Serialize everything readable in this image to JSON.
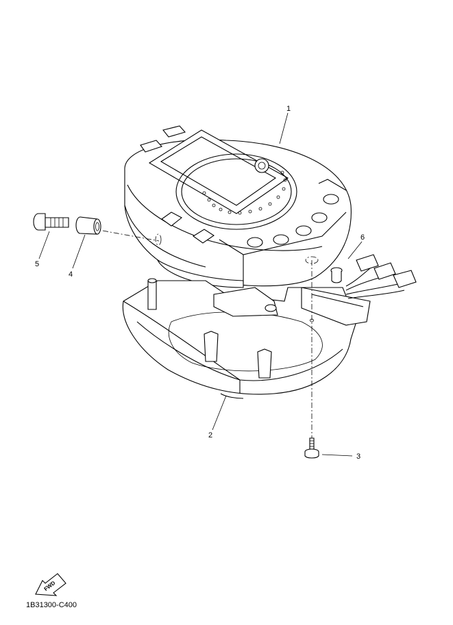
{
  "callouts": [
    {
      "id": "1",
      "label": "1"
    },
    {
      "id": "2",
      "label": "2"
    },
    {
      "id": "3",
      "label": "3"
    },
    {
      "id": "4",
      "label": "4"
    },
    {
      "id": "5",
      "label": "5"
    },
    {
      "id": "6",
      "label": "6"
    }
  ],
  "fwd_label": "FWD",
  "diagram_code": "1B31300-C400",
  "icons": {
    "fwd": "fwd-arrow-icon"
  }
}
